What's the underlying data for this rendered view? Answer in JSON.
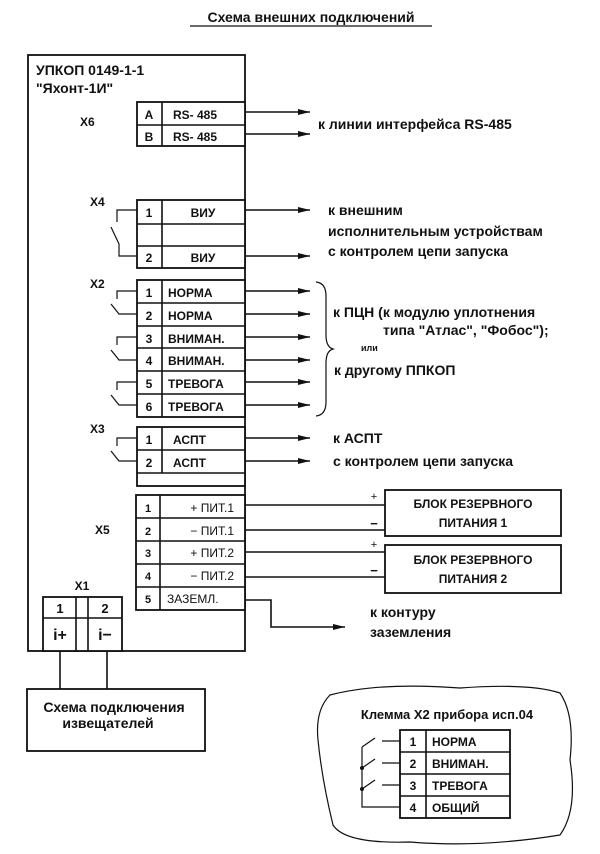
{
  "title": "Схема внешних подключений",
  "device": {
    "name_line1": "УПКОП 0149-1-1",
    "name_line2": "\"Яхонт-1И\""
  },
  "connectors": {
    "x6": {
      "label": "X6",
      "rows": [
        {
          "pin": "A",
          "name": "RS- 485"
        },
        {
          "pin": "B",
          "name": "RS- 485"
        }
      ],
      "destination": "к линии интерфейса RS-485"
    },
    "x4": {
      "label": "X4",
      "rows": [
        {
          "pin": "1",
          "name": "ВИУ"
        },
        {
          "pin": "",
          "name": ""
        },
        {
          "pin": "2",
          "name": "ВИУ"
        }
      ],
      "destination_lines": [
        "к  внешним",
        "исполнительным устройствам",
        "с контролем цепи запуска"
      ]
    },
    "x2": {
      "label": "X2",
      "rows": [
        {
          "pin": "1",
          "name": "НОРМА"
        },
        {
          "pin": "2",
          "name": "НОРМА"
        },
        {
          "pin": "3",
          "name": "ВНИМАН."
        },
        {
          "pin": "4",
          "name": "ВНИМАН."
        },
        {
          "pin": "5",
          "name": "ТРЕВОГА"
        },
        {
          "pin": "6",
          "name": "ТРЕВОГА"
        }
      ],
      "destination_line1": "к ПЦН (к модулю уплотнения",
      "destination_line2": "типа \"Атлас\", \"Фобос\");",
      "or_text": "или",
      "destination_alt": "к другому ППКОП"
    },
    "x3": {
      "label": "X3",
      "rows": [
        {
          "pin": "1",
          "name": "АСПТ"
        },
        {
          "pin": "2",
          "name": "АСПТ"
        }
      ],
      "destination_lines": [
        "к  АСПТ",
        "с контролем цепи запуска"
      ]
    },
    "x5": {
      "label": "X5",
      "rows": [
        {
          "pin": "1",
          "name": "+ ПИТ.1"
        },
        {
          "pin": "2",
          "name": "− ПИТ.1"
        },
        {
          "pin": "3",
          "name": "+ ПИТ.2"
        },
        {
          "pin": "4",
          "name": "− ПИТ.2"
        },
        {
          "pin": "5",
          "name": "ЗАЗЕМЛ."
        }
      ],
      "ground_destination_lines": [
        "к    контуру",
        "заземления"
      ]
    },
    "x1": {
      "label": "X1",
      "pins": [
        {
          "pin": "1",
          "name": "i+"
        },
        {
          "pin": "2",
          "name": "i−"
        }
      ]
    }
  },
  "power_blocks": [
    {
      "line1": "БЛОК РЕЗЕРВНОГО",
      "line2": "ПИТАНИЯ  1",
      "plus": "+",
      "minus": "−"
    },
    {
      "line1": "БЛОК РЕЗЕРВНОГО",
      "line2": "ПИТАНИЯ  2",
      "plus": "+",
      "minus": "−"
    }
  ],
  "detector_scheme": {
    "line1": "Схема подключения",
    "line2": "извещателей"
  },
  "variant_inset": {
    "title": "Клемма Х2 прибора исп.04",
    "rows": [
      {
        "pin": "1",
        "name": "НОРМА"
      },
      {
        "pin": "2",
        "name": "ВНИМАН."
      },
      {
        "pin": "3",
        "name": "ТРЕВОГА"
      },
      {
        "pin": "4",
        "name": "ОБЩИЙ"
      }
    ]
  }
}
